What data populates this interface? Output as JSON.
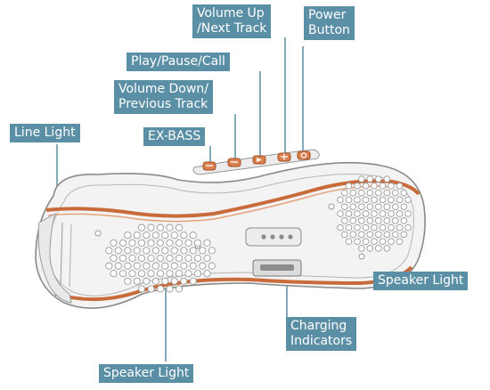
{
  "diagram": {
    "accent_color": "#5b8fa6",
    "trim_color": "#c96a3a",
    "labels": {
      "volume_up": [
        "Volume Up",
        "/Next Track"
      ],
      "power": [
        "Power",
        "Button"
      ],
      "play_pause": [
        "Play/Pause/Call"
      ],
      "volume_down": [
        "Volume Down/",
        "Previous Track"
      ],
      "line_light": [
        "Line Light"
      ],
      "ex_bass": [
        "EX-BASS"
      ],
      "speaker_light_right": [
        "Speaker Light"
      ],
      "charging": [
        "Charging",
        "Indicators"
      ],
      "speaker_light_left": [
        "Speaker Light"
      ]
    }
  }
}
